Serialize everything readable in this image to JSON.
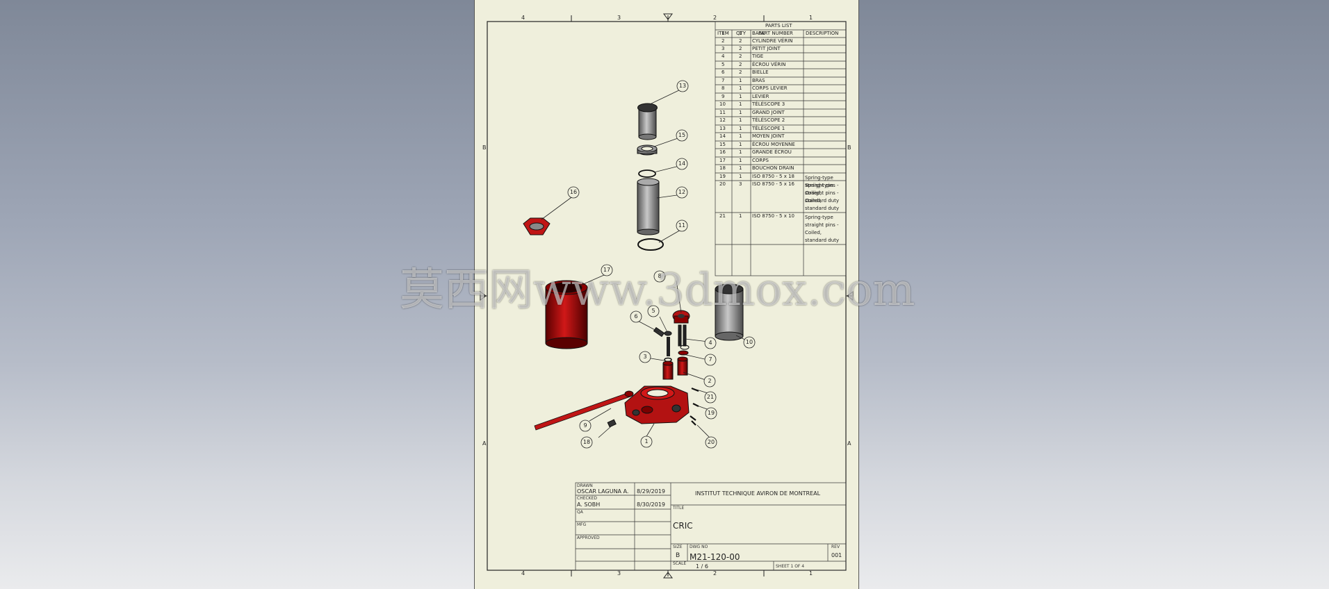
{
  "zones": {
    "top": [
      "4",
      "3",
      "2",
      "1"
    ],
    "bottom": [
      "4",
      "3",
      "2",
      "1"
    ],
    "left": [
      "B",
      "A"
    ],
    "right": [
      "B",
      "A"
    ]
  },
  "parts_list": {
    "title": "PARTS LIST",
    "headers": [
      "ITEM",
      "QTY",
      "PART NUMBER",
      "DESCRIPTION"
    ],
    "rows": [
      {
        "item": "1",
        "qty": "1",
        "part": "BASE",
        "desc": ""
      },
      {
        "item": "2",
        "qty": "2",
        "part": "CYLINDRE VÉRIN",
        "desc": ""
      },
      {
        "item": "3",
        "qty": "2",
        "part": "PETIT JOINT",
        "desc": ""
      },
      {
        "item": "4",
        "qty": "2",
        "part": "TIGE",
        "desc": ""
      },
      {
        "item": "5",
        "qty": "2",
        "part": "ÉCROU VÉRIN",
        "desc": ""
      },
      {
        "item": "6",
        "qty": "2",
        "part": "BIELLE",
        "desc": ""
      },
      {
        "item": "7",
        "qty": "1",
        "part": "BRAS",
        "desc": ""
      },
      {
        "item": "8",
        "qty": "1",
        "part": "CORPS LEVIER",
        "desc": ""
      },
      {
        "item": "9",
        "qty": "1",
        "part": "LEVIER",
        "desc": ""
      },
      {
        "item": "10",
        "qty": "1",
        "part": "TÉLÉSCOPE 3",
        "desc": ""
      },
      {
        "item": "11",
        "qty": "1",
        "part": "GRAND JOINT",
        "desc": ""
      },
      {
        "item": "12",
        "qty": "1",
        "part": "TÉLÉSCOPE 2",
        "desc": ""
      },
      {
        "item": "13",
        "qty": "1",
        "part": "TÉLÉSCOPE 1",
        "desc": ""
      },
      {
        "item": "14",
        "qty": "1",
        "part": "MOYEN JOINT",
        "desc": ""
      },
      {
        "item": "15",
        "qty": "1",
        "part": "ÉCROU MOYENNE",
        "desc": ""
      },
      {
        "item": "16",
        "qty": "1",
        "part": "GRANDE ÉCROU",
        "desc": ""
      },
      {
        "item": "17",
        "qty": "1",
        "part": "CORPS",
        "desc": ""
      },
      {
        "item": "18",
        "qty": "1",
        "part": "BOUCHON DRAIN",
        "desc": ""
      },
      {
        "item": "19",
        "qty": "1",
        "part": "ISO 8750 - 5 x 18",
        "desc": "Spring-type straight pins - Coiled, standard duty"
      },
      {
        "item": "20",
        "qty": "3",
        "part": "ISO 8750 - 5 x 16",
        "desc": "Spring-type straight pins - Coiled, standard duty"
      },
      {
        "item": "21",
        "qty": "1",
        "part": "ISO 8750 - 5 x 10",
        "desc": "Spring-type straight pins - Coiled, standard duty"
      }
    ]
  },
  "balloons": [
    "1",
    "2",
    "3",
    "4",
    "5",
    "6",
    "7",
    "8",
    "9",
    "10",
    "11",
    "12",
    "13",
    "14",
    "15",
    "16",
    "17",
    "18",
    "19",
    "20",
    "21"
  ],
  "title_block": {
    "drawn_label": "DRAWN",
    "drawn_by": "OSCAR LAGUNA A.",
    "drawn_date": "8/29/2019",
    "checked_label": "CHECKED",
    "checked_by": "A. SOBH",
    "checked_date": "8/30/2019",
    "qa_label": "QA",
    "mfg_label": "MFG",
    "approved_label": "APPROVED",
    "company": "INSTITUT TECHNIQUE AVIRON DE MONTREAL",
    "title_label": "TITLE",
    "title": "CRIC",
    "size_label": "SIZE",
    "size": "B",
    "dwg_label": "DWG NO",
    "dwg_no": "M21-120-00",
    "rev_label": "REV",
    "rev": "001",
    "scale_label": "SCALE",
    "scale": "1 / 6",
    "sheet": "SHEET 1  OF 4"
  },
  "watermark": "莫西网www.3dmox.com",
  "colors": {
    "paper": "#efefdc",
    "part_red": "#b11212",
    "part_gray": "#8c8c8c"
  }
}
